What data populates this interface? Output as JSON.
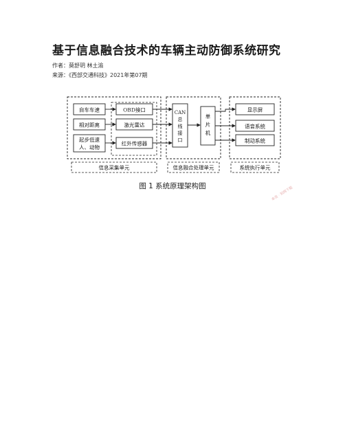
{
  "article": {
    "title": "基于信息融合技术的车辆主动防御系统研究",
    "author": "作者：莫舒玥 林土渝",
    "source": "来源：《西部交通科技》2021年第07期"
  },
  "figure": {
    "inputs": [
      "自车车速",
      "相对距离",
      "起步低速",
      "人、动物"
    ],
    "sensors": [
      "OBD接口",
      "激光雷达",
      "红外传感器"
    ],
    "can_label": [
      "CAN",
      "总",
      "线",
      "接",
      "口"
    ],
    "mcu_label": [
      "单",
      "片",
      "机"
    ],
    "outputs": [
      "显示屏",
      "语音系统",
      "制动系统"
    ],
    "units": [
      "信息采集单元",
      "信息融合处理单元",
      "系统执行单元"
    ],
    "caption": "图 1   系统原理架构图"
  },
  "watermark": "本资 · 知网下载"
}
